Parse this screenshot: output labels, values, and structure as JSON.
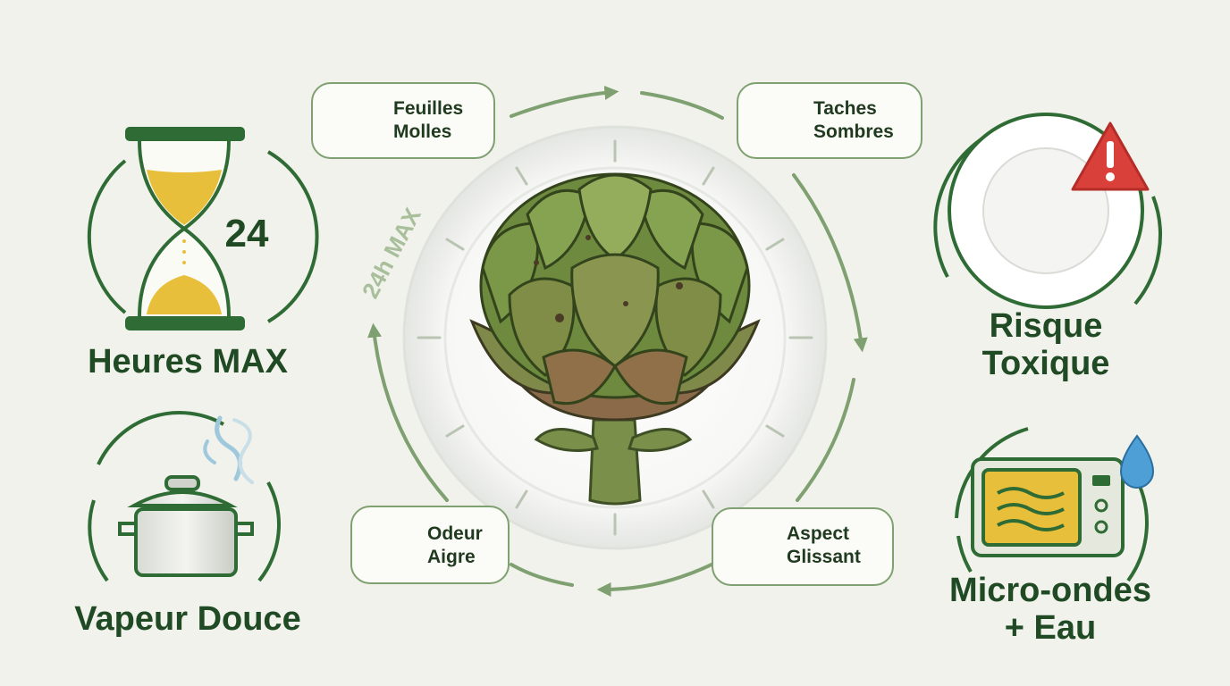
{
  "center_label": "24h MAX",
  "steps": [
    {
      "line1": "Feuilles",
      "line2": "Molles",
      "icon": "leaf-icon"
    },
    {
      "line1": "Taches",
      "line2": "Sombres",
      "icon": "stain-icon"
    },
    {
      "line1": "Aspect",
      "line2": "Glissant",
      "icon": "slime-hand-icon"
    },
    {
      "line1": "Odeur",
      "line2": "Aigre",
      "icon": "nose-icon"
    }
  ],
  "hourglass": {
    "number": "24",
    "label": "Heures MAX",
    "icon": "hourglass-icon"
  },
  "steam": {
    "label": "Vapeur Douce",
    "icon": "steaming-pot-icon"
  },
  "toxic": {
    "line1": "Risque",
    "line2": "Toxique",
    "icon": "plate-warning-icon"
  },
  "microwave": {
    "line1": "Micro-ondes",
    "line2": "+ Eau",
    "icon": "microwave-water-icon"
  },
  "colors": {
    "dark_green": "#1f4a24",
    "accent_green": "#7fa070",
    "gold": "#e8bf3a",
    "warning_red": "#d9403a",
    "water_blue": "#4d9fd6"
  }
}
